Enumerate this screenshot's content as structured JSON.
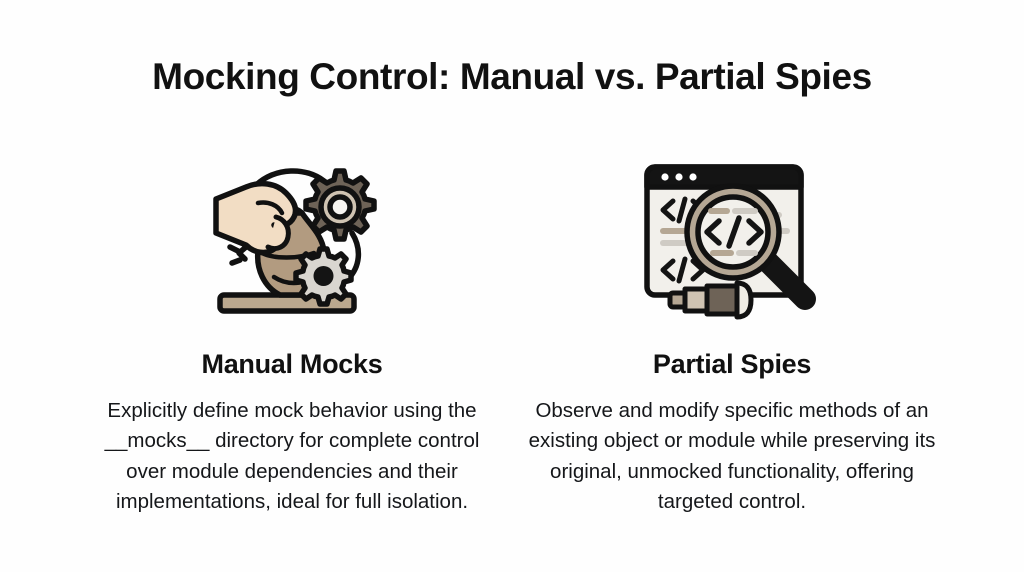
{
  "slide": {
    "title": "Mocking Control: Manual vs. Partial Spies",
    "background_color": "#fefefe",
    "text_color": "#111111"
  },
  "cards": [
    {
      "id": "manual-mocks",
      "icon_name": "hand-shaping-clay-pot-with-gears-icon",
      "title": "Manual Mocks",
      "description": "Explicitly define mock behavior using the __mocks__ directory for complete control over module dependencies and their implementations, ideal for full isolation.",
      "colors": {
        "outline": "#111111",
        "skin": "#f2ddc4",
        "clay": "#b29b80",
        "clay_shadow": "#9c8468",
        "base": "#bba88e",
        "gear_dark": "#6e6357",
        "gear_dark_ring": "#cfc3b2",
        "gear_light": "#d9d6d0"
      }
    },
    {
      "id": "partial-spies",
      "icon_name": "code-window-magnifier-telescope-icon",
      "title": "Partial Spies",
      "description": "Observe and modify specific methods of an existing object or module while preserving its original, unmocked functionality, offering targeted control.",
      "colors": {
        "outline": "#111111",
        "window_bar": "#141414",
        "window_body": "#f2f0eb",
        "dot": "#ffffff",
        "code_tan": "#b5a794",
        "code_gray": "#cfcbc4",
        "lens_ring": "#b5a794",
        "lens_glass": "#f2f0eb",
        "handle": "#141414",
        "scope_tan": "#b5a794",
        "scope_brown": "#6e6357",
        "scope_cream": "#efece4"
      }
    }
  ]
}
